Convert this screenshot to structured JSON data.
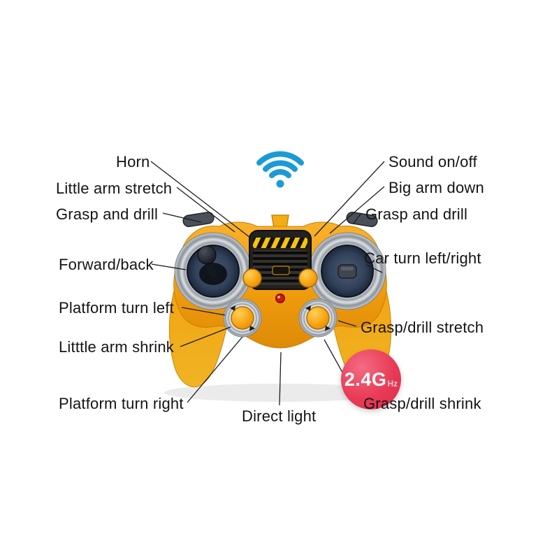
{
  "labels": {
    "horn": "Horn",
    "little_arm_stretch": "Little arm stretch",
    "grasp_and_drill_left": "Grasp and drill",
    "forward_back": "Forward/back",
    "platform_turn_left": "Platform turn left",
    "little_arm_shrink": "Litttle arm shrink",
    "platform_turn_right": "Platform turn right",
    "sound_on_off": "Sound on/off",
    "big_arm_down": "Big arm down",
    "grasp_and_drill_right": "Grasp and drill",
    "car_turn_left_right": "Car turn left/right",
    "grasp_drill_stretch": "Grasp/drill stretch",
    "grasp_drill_shrink": "Grasp/drill shrink",
    "direct_light": "Direct light"
  },
  "badge": {
    "frequency": "2.4G",
    "unit": "Hz"
  },
  "colors": {
    "wifi_blue": "#1a9bd7",
    "controller_orange": "#f3a00f",
    "badge_red": "#e93a56",
    "label_text": "#141414"
  }
}
